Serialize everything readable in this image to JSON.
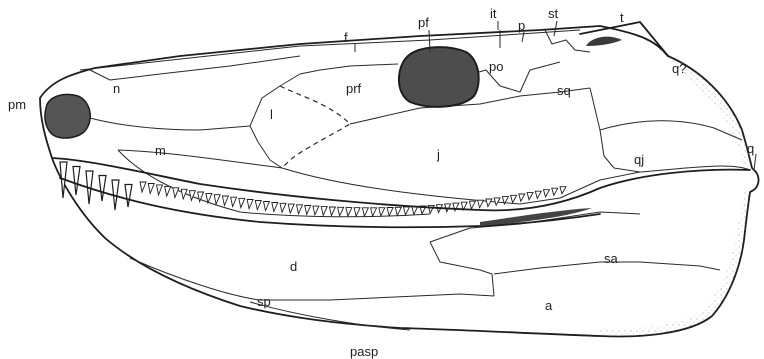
{
  "labels": {
    "pm": "pm",
    "n": "n",
    "f": "f",
    "pf": "pf",
    "prf": "prf",
    "it": "it",
    "p": "p",
    "st": "st",
    "t": "t",
    "po": "po",
    "sq": "sq",
    "q_query": "q?",
    "q": "q",
    "l": "l",
    "m": "m",
    "j": "j",
    "qj": "qj",
    "sa": "sa",
    "d": "d",
    "sp": "sp",
    "a": "a",
    "pasp": "pasp"
  },
  "colors": {
    "ink": "#1e1e1e",
    "opening_fill": "#5a5a5a",
    "opening_outer": "#2b2b2b"
  },
  "teeth": {
    "large_front_count": 6,
    "marginal_count": 52
  }
}
